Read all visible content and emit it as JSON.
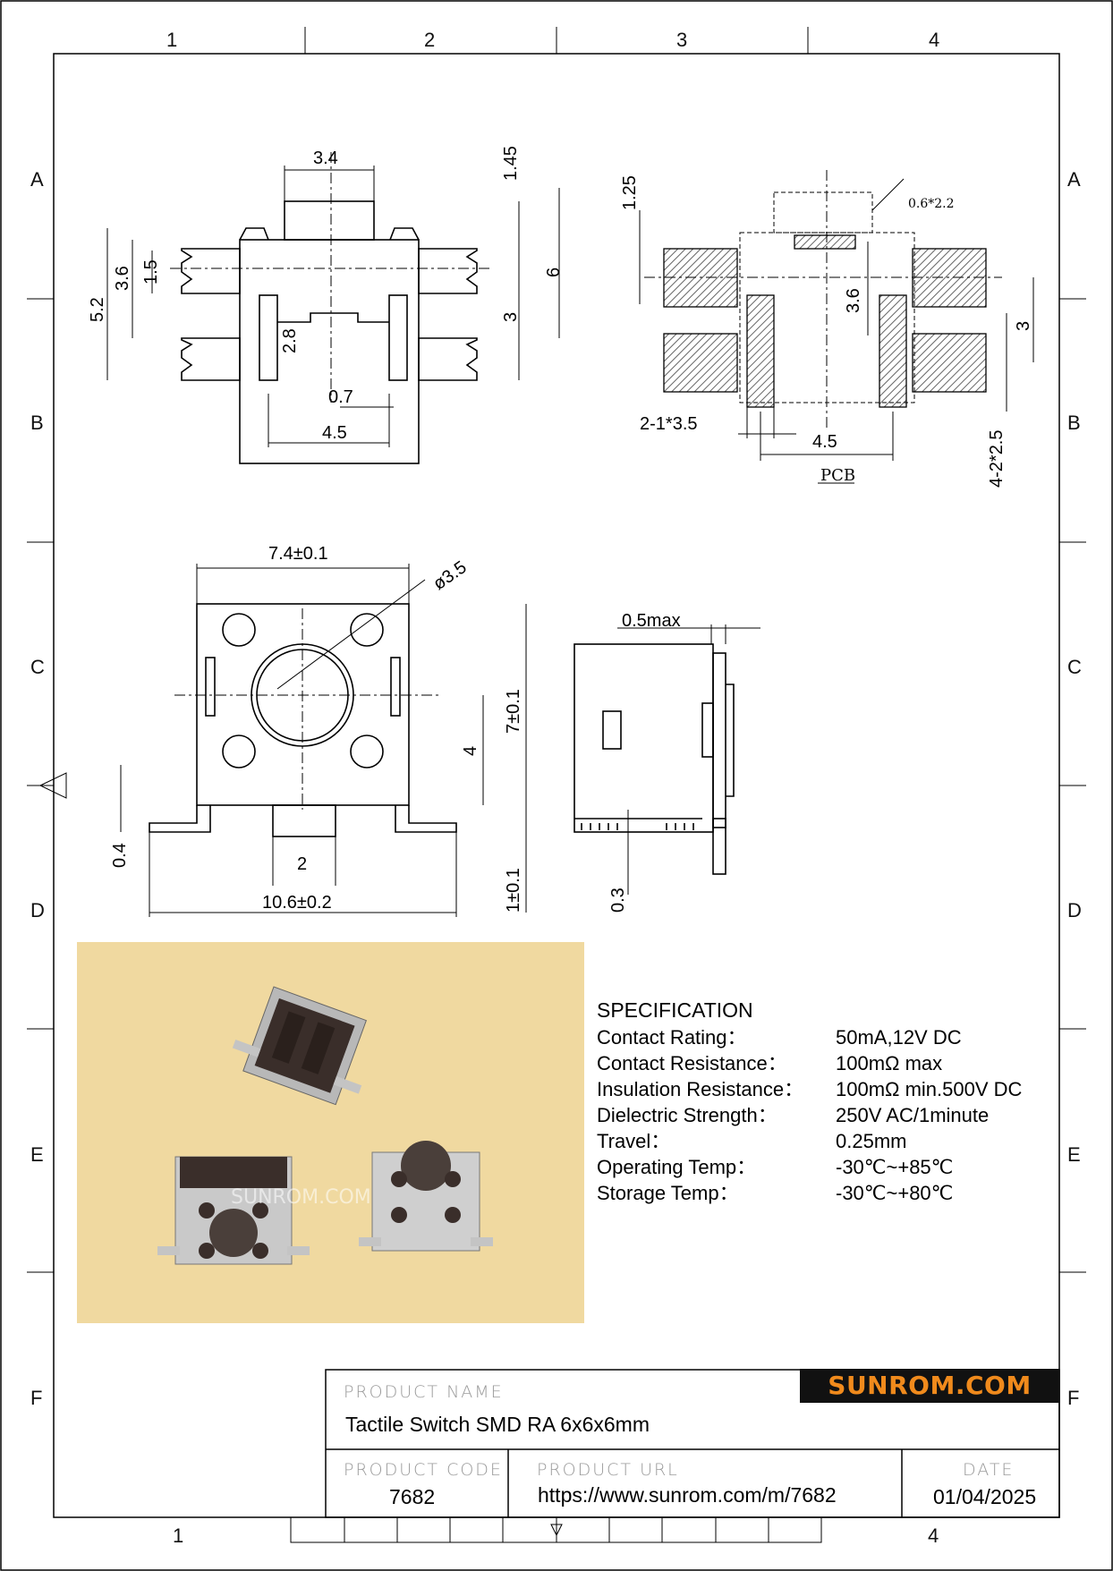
{
  "grid": {
    "columns_top": [
      "1",
      "2",
      "3",
      "4"
    ],
    "columns_bottom": [
      "1",
      "4"
    ],
    "rows": [
      "A",
      "B",
      "C",
      "D",
      "E",
      "F"
    ]
  },
  "drawing": {
    "top_view": {
      "d1": "3.4",
      "d2": "1.45",
      "d3": "6",
      "d4": "5.2",
      "d5": "3.6",
      "d6": "1.5",
      "d7": "2.8",
      "d8": "3",
      "d9": "0.7",
      "d10": "4.5"
    },
    "pcb_view": {
      "d1": "1.25",
      "d2": "0.6*2.2",
      "d3": "3.6",
      "d4": "3",
      "d5": "2-1*3.5",
      "d6": "4.5",
      "d7": "4-2*2.5",
      "label": "PCB"
    },
    "front_view": {
      "d1": "7.4±0.1",
      "d2": "ø3.5",
      "d3": "7±0.1",
      "d4": "4",
      "d5": "0.4",
      "d6": "2",
      "d7": "10.6±0.2",
      "d8": "1±0.1"
    },
    "side_view": {
      "d1": "0.5max",
      "d2": "0.3"
    }
  },
  "photo": {
    "watermark": "SUNROM.COM"
  },
  "specification": {
    "title": "SPECIFICATION",
    "rows": [
      {
        "key": "Contact  Rating：",
        "value": "50mA,12V DC"
      },
      {
        "key": "Contact  Resistance：",
        "value": "100mΩ max"
      },
      {
        "key": "Insulation Resistance：",
        "value": "100mΩ min.500V DC"
      },
      {
        "key": "Dielectric  Strength：",
        "value": "250V AC/1minute"
      },
      {
        "key": "Travel：",
        "value": "0.25mm"
      },
      {
        "key": "Operating Temp：",
        "value": "-30℃~+85℃"
      },
      {
        "key": "Storage Temp：",
        "value": "-30℃~+80℃"
      }
    ]
  },
  "title_block": {
    "logo": "SUNROM.COM",
    "product_name_label": "PRODUCT NAME",
    "product_name": "Tactile Switch SMD RA 6x6x6mm",
    "product_code_label": "PRODUCT CODE",
    "product_code": "7682",
    "product_url_label": "PRODUCT URL",
    "product_url": "https://www.sunrom.com/m/7682",
    "date_label": "DATE",
    "date": "01/04/2025"
  },
  "colors": {
    "logo_text": "#f08a1c",
    "logo_bg": "#111111",
    "photo_bg": "#f0d9a0"
  }
}
